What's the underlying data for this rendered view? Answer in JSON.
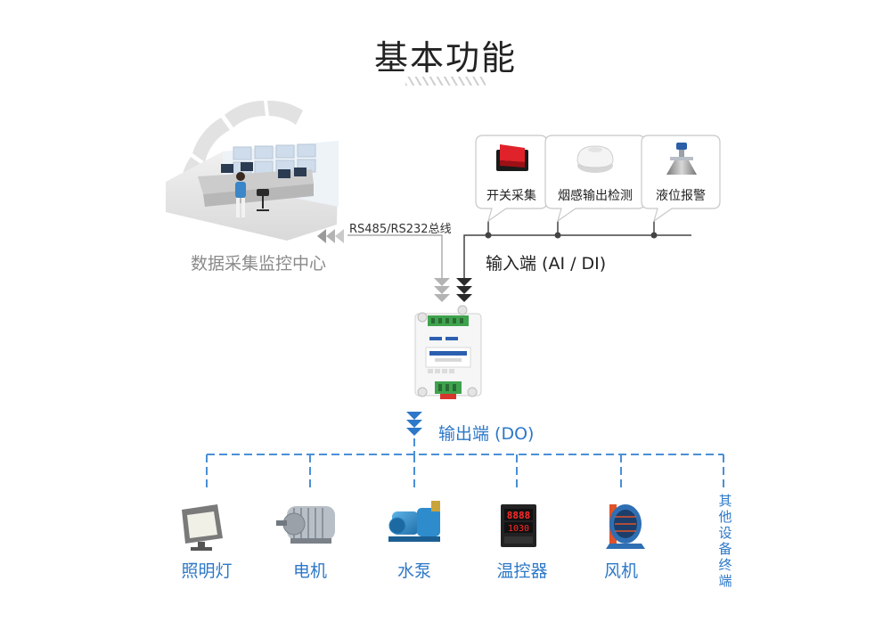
{
  "title": "基本功能",
  "monitoring_center": {
    "label": "数据采集监控中心"
  },
  "bus": {
    "label": "RS485/RS232总线"
  },
  "inputs": {
    "label": "输入端 (AI / DI)",
    "items": [
      {
        "label": "开关采集",
        "icon": "rocker-switch-icon"
      },
      {
        "label": "烟感输出检测",
        "icon": "smoke-detector-icon"
      },
      {
        "label": "液位报警",
        "icon": "radar-level-sensor-icon"
      }
    ]
  },
  "outputs": {
    "label": "输出端 (DO)",
    "items": [
      {
        "label": "照明灯",
        "icon": "floodlight-icon"
      },
      {
        "label": "电机",
        "icon": "motor-icon"
      },
      {
        "label": "水泵",
        "icon": "water-pump-icon"
      },
      {
        "label": "温控器",
        "icon": "thermostat-icon"
      },
      {
        "label": "风机",
        "icon": "fan-icon"
      }
    ],
    "other_label": "其他设备终端"
  },
  "thermostat_display": {
    "top": "8888",
    "bottom": "1030"
  },
  "colors": {
    "accent_blue": "#2d78c8",
    "dashed_line": "#4a8fd6",
    "dark_line": "#444444",
    "arrow_gray": "#9a9a9a",
    "switch_red": "#e0222a"
  }
}
